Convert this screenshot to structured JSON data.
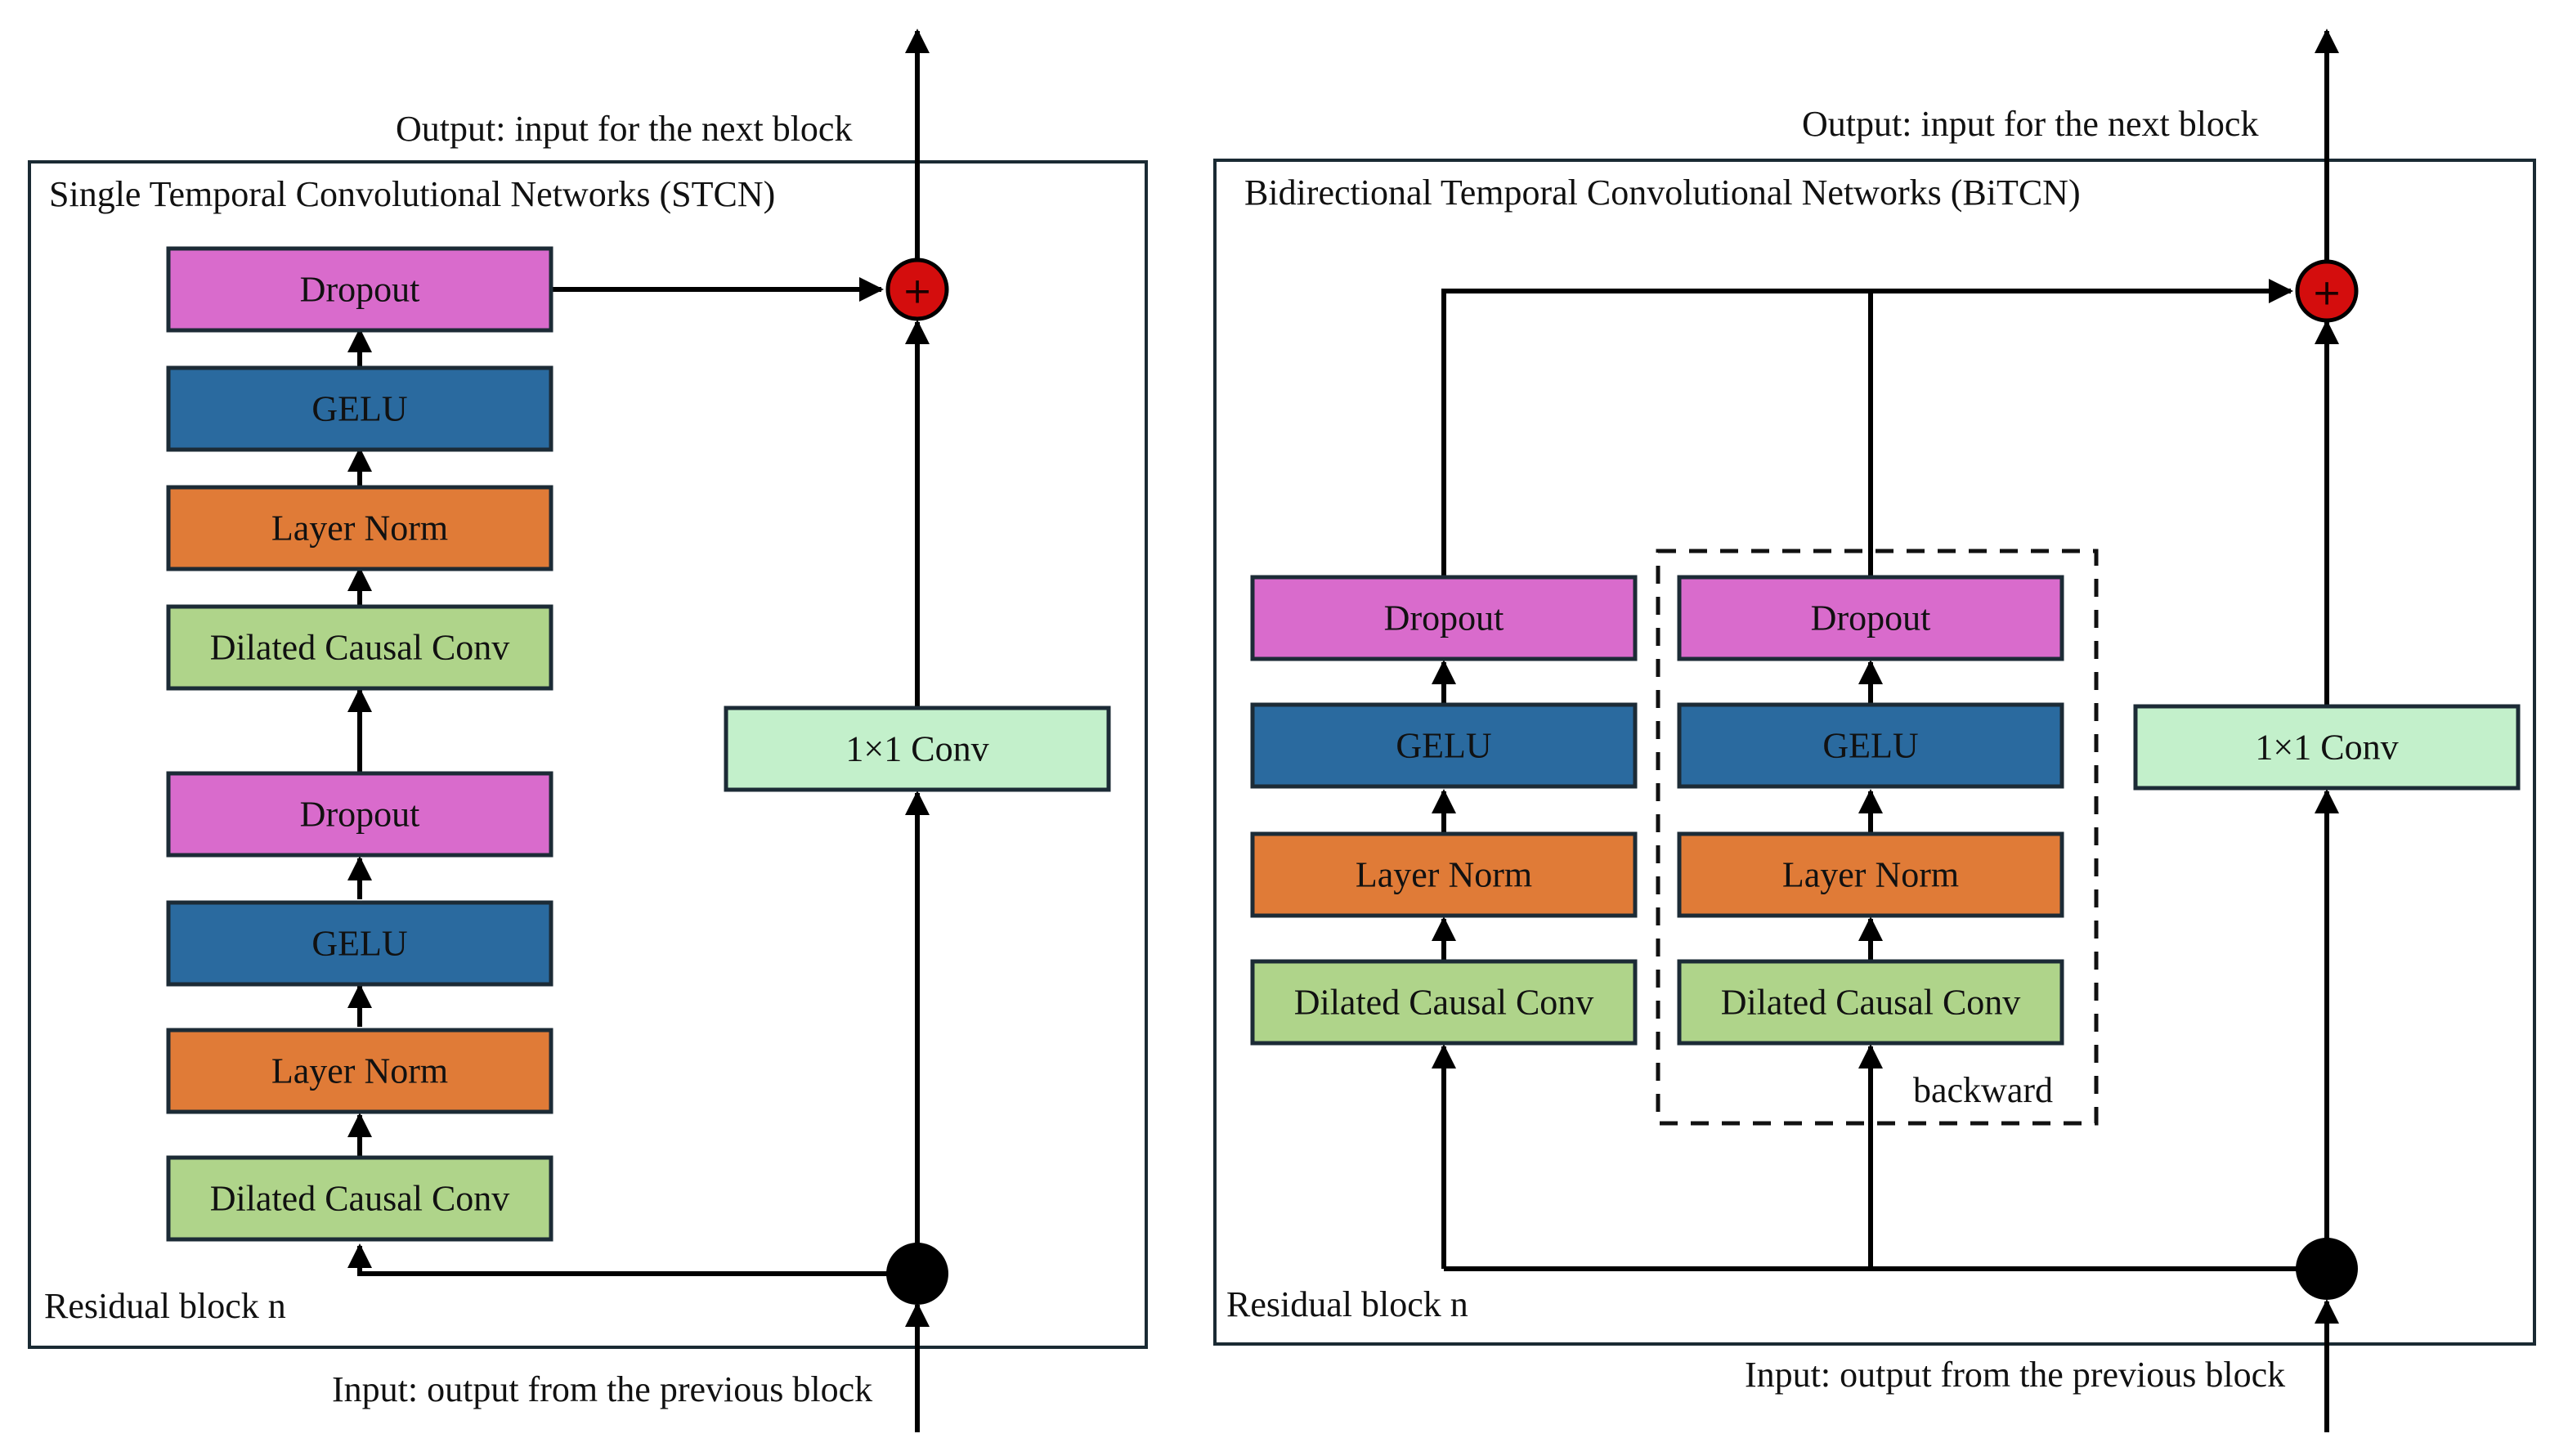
{
  "colors": {
    "dropout": "#d96bcc",
    "gelu": "#2a6a9f",
    "layer_norm": "#e07b37",
    "dilated_conv": "#afd48a",
    "conv1x1": "#c3f0cb",
    "sum_node": "#d40d0d",
    "split_node": "#000000"
  },
  "stcn": {
    "title": "Single Temporal Convolutional Networks (STCN)",
    "output_label": "Output: input for the next block",
    "input_label": "Input: output from the previous block",
    "block_label": "Residual block n",
    "upper_stack": {
      "dropout": "Dropout",
      "gelu": "GELU",
      "layer_norm": "Layer Norm",
      "dilated_conv": "Dilated Causal Conv"
    },
    "lower_stack": {
      "dropout": "Dropout",
      "gelu": "GELU",
      "layer_norm": "Layer Norm",
      "dilated_conv": "Dilated Causal Conv"
    },
    "conv1x1": "1×1 Conv",
    "sum_symbol": "+"
  },
  "bitcn": {
    "title": "Bidirectional Temporal Convolutional Networks (BiTCN)",
    "output_label": "Output: input for the next block",
    "input_label": "Input: output from the previous block",
    "block_label": "Residual block n",
    "forward_stack": {
      "dropout": "Dropout",
      "gelu": "GELU",
      "layer_norm": "Layer Norm",
      "dilated_conv": "Dilated Causal Conv"
    },
    "backward_stack": {
      "dropout": "Dropout",
      "gelu": "GELU",
      "layer_norm": "Layer Norm",
      "dilated_conv": "Dilated Causal Conv"
    },
    "backward_label": "backward",
    "conv1x1": "1×1 Conv",
    "sum_symbol": "+"
  }
}
